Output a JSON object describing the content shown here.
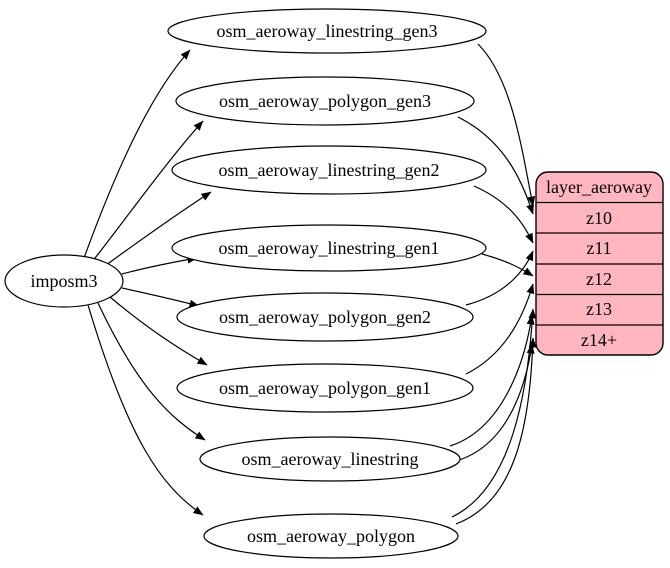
{
  "diagram": {
    "type": "etl-graph",
    "colors": {
      "background": "#ffffff",
      "edge": "#000000",
      "table_fill": "#ffffff",
      "node_stroke": "#000000",
      "layer_fill": "#ffb6c1"
    },
    "source": {
      "label": "imposm3"
    },
    "tables": [
      {
        "label": "osm_aeroway_linestring_gen3"
      },
      {
        "label": "osm_aeroway_polygon_gen3"
      },
      {
        "label": "osm_aeroway_linestring_gen2"
      },
      {
        "label": "osm_aeroway_linestring_gen1"
      },
      {
        "label": "osm_aeroway_polygon_gen2"
      },
      {
        "label": "osm_aeroway_polygon_gen1"
      },
      {
        "label": "osm_aeroway_linestring"
      },
      {
        "label": "osm_aeroway_polygon"
      }
    ],
    "layer": {
      "title": "layer_aeroway",
      "rows": [
        "z10",
        "z11",
        "z12",
        "z13",
        "z14+"
      ]
    },
    "edges": [
      {
        "from": "imposm3",
        "to": "osm_aeroway_linestring_gen3"
      },
      {
        "from": "imposm3",
        "to": "osm_aeroway_polygon_gen3"
      },
      {
        "from": "imposm3",
        "to": "osm_aeroway_linestring_gen2"
      },
      {
        "from": "imposm3",
        "to": "osm_aeroway_linestring_gen1"
      },
      {
        "from": "imposm3",
        "to": "osm_aeroway_polygon_gen2"
      },
      {
        "from": "imposm3",
        "to": "osm_aeroway_polygon_gen1"
      },
      {
        "from": "imposm3",
        "to": "osm_aeroway_linestring"
      },
      {
        "from": "imposm3",
        "to": "osm_aeroway_polygon"
      },
      {
        "from": "osm_aeroway_linestring_gen3",
        "to": "layer_aeroway:z10"
      },
      {
        "from": "osm_aeroway_polygon_gen3",
        "to": "layer_aeroway:z10"
      },
      {
        "from": "osm_aeroway_linestring_gen2",
        "to": "layer_aeroway:z11"
      },
      {
        "from": "osm_aeroway_polygon_gen2",
        "to": "layer_aeroway:z11"
      },
      {
        "from": "osm_aeroway_linestring_gen1",
        "to": "layer_aeroway:z12"
      },
      {
        "from": "osm_aeroway_polygon_gen1",
        "to": "layer_aeroway:z12"
      },
      {
        "from": "osm_aeroway_linestring",
        "to": "layer_aeroway:z13"
      },
      {
        "from": "osm_aeroway_linestring",
        "to": "layer_aeroway:z14+"
      },
      {
        "from": "osm_aeroway_polygon",
        "to": "layer_aeroway:z13"
      },
      {
        "from": "osm_aeroway_polygon",
        "to": "layer_aeroway:z14+"
      }
    ]
  }
}
